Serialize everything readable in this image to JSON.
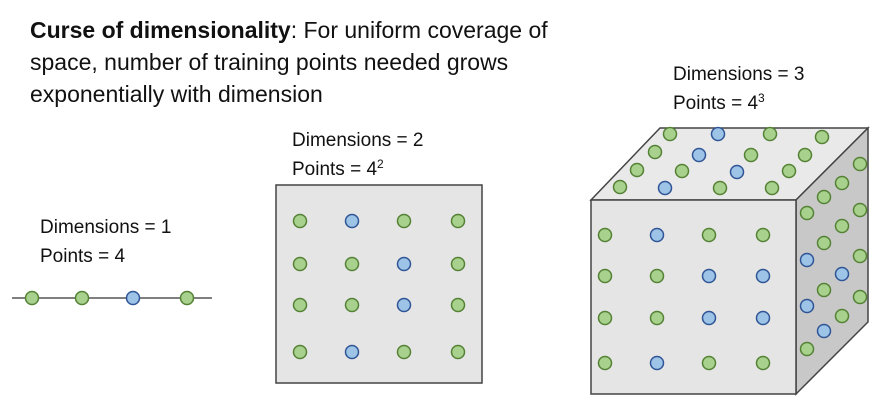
{
  "title": {
    "bold": "Curse of dimensionality",
    "rest": ": For uniform coverage of space, number of training points needed grows exponentially with dimension"
  },
  "panels": [
    {
      "dims_label": "Dimensions = 1",
      "points_prefix": "Points = ",
      "points_base": "4",
      "points_exp": "",
      "point_colors": [
        "g",
        "g",
        "b",
        "g"
      ]
    },
    {
      "dims_label": "Dimensions = 2",
      "points_prefix": "Points = ",
      "points_base": "4",
      "points_exp": "2",
      "point_colors": [
        [
          "g",
          "b",
          "g",
          "g"
        ],
        [
          "g",
          "g",
          "b",
          "g"
        ],
        [
          "g",
          "g",
          "b",
          "g"
        ],
        [
          "g",
          "b",
          "g",
          "g"
        ]
      ]
    },
    {
      "dims_label": "Dimensions = 3",
      "points_prefix": "Points = ",
      "points_base": "4",
      "points_exp": "3",
      "front_colors": [
        [
          "g",
          "b",
          "g",
          "g"
        ],
        [
          "g",
          "g",
          "b",
          "b"
        ],
        [
          "g",
          "g",
          "b",
          "b"
        ],
        [
          "g",
          "b",
          "g",
          "g"
        ]
      ],
      "top_colors": [
        [
          "g",
          "b",
          "g",
          "g"
        ],
        [
          "g",
          "b",
          "g",
          "g"
        ],
        [
          "g",
          "g",
          "b",
          "g"
        ],
        [
          "g",
          "b",
          "g",
          "g"
        ]
      ],
      "side_colors": [
        [
          "b",
          "g",
          "g",
          "g"
        ],
        [
          "b",
          "g",
          "b",
          "g"
        ],
        [
          "g",
          "b",
          "g",
          "g"
        ],
        [
          "g",
          "g",
          "b",
          "g"
        ]
      ]
    }
  ],
  "colors": {
    "green_fill": "#a9d18e",
    "green_stroke": "#548235",
    "blue_fill": "#9dc3e6",
    "blue_stroke": "#2f5597",
    "face_front": "#e5e5e5",
    "face_top": "#e9e9e9",
    "face_side": "#c8c8c8",
    "edge": "#444444"
  }
}
